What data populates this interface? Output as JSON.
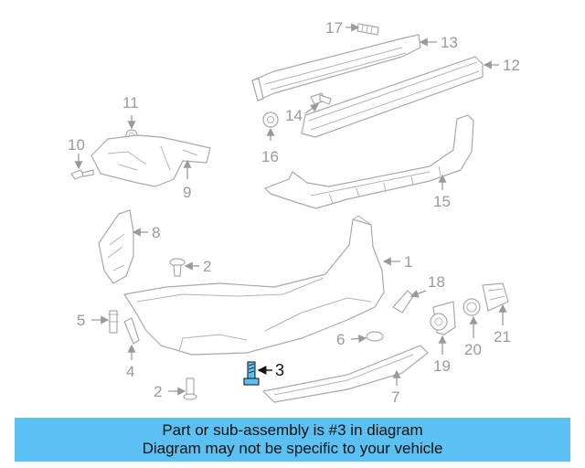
{
  "callouts": {
    "c1": "1",
    "c2a": "2",
    "c2b": "2",
    "c3": "3",
    "c4": "4",
    "c5": "5",
    "c6": "6",
    "c7": "7",
    "c8": "8",
    "c9": "9",
    "c10": "10",
    "c11": "11",
    "c12": "12",
    "c13": "13",
    "c14": "14",
    "c15": "15",
    "c16": "16",
    "c17": "17",
    "c18": "18",
    "c19": "19",
    "c20": "20",
    "c21": "21"
  },
  "highlight": {
    "part_number": "3",
    "color": "#5bc0f2"
  },
  "caption": {
    "line1": "Part or sub-assembly is #3 in diagram",
    "line2": "Diagram may not be specific to your vehicle",
    "background": "#5bc0f2"
  }
}
